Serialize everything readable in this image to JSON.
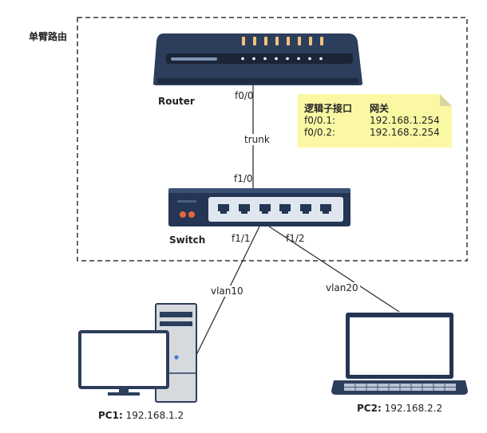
{
  "title": "单臂路由",
  "router": {
    "label": "Router",
    "port_down": "f0/0"
  },
  "link_router_switch": "trunk",
  "switch": {
    "label": "Switch",
    "port_up": "f1/0",
    "port_pc1": "f1/1",
    "port_pc2": "f1/2"
  },
  "note": {
    "header": [
      "逻辑子接口",
      "网关"
    ],
    "rows": [
      [
        "f0/0.1:",
        "192.168.1.254"
      ],
      [
        "f0/0.2:",
        "192.168.2.254"
      ]
    ]
  },
  "link_pc1": "vlan10",
  "link_pc2": "vlan20",
  "pc1": {
    "name": "PC1:",
    "ip": "192.168.1.2"
  },
  "pc2": {
    "name": "PC2:",
    "ip": "192.168.2.2"
  },
  "colors": {
    "device_dark": "#2c3e5c",
    "device_navy": "#243653",
    "port_light": "#dfe6f0",
    "note_fill": "#fbf8a4",
    "router_led": "#f2c27a",
    "switch_led": "#e8663d",
    "pc_case": "#d6d9de",
    "screen_blue": "#5b9bd5"
  }
}
